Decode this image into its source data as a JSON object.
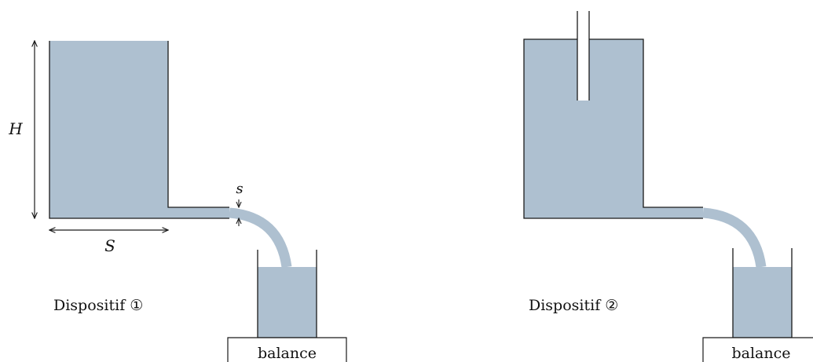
{
  "colors": {
    "water": "#aec0d0",
    "stroke": "#1a1a1a",
    "background": "#ffffff"
  },
  "device1": {
    "label": "Dispositif ①",
    "balance_label": "balance",
    "height_symbol": "H",
    "area_symbol": "S",
    "outlet_symbol": "s"
  },
  "device2": {
    "label": "Dispositif ②",
    "balance_label": "balance"
  }
}
